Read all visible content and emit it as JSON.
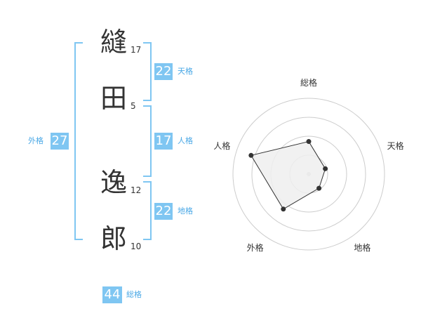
{
  "name": {
    "chars": [
      {
        "kanji": "縫",
        "strokes": "17"
      },
      {
        "kanji": "田",
        "strokes": "5"
      },
      {
        "kanji": "逸",
        "strokes": "12"
      },
      {
        "kanji": "郎",
        "strokes": "10"
      }
    ]
  },
  "fortunes": {
    "tenkaku": {
      "value": "22",
      "label": "天格"
    },
    "jinkaku": {
      "value": "17",
      "label": "人格"
    },
    "chikaku": {
      "value": "22",
      "label": "地格"
    },
    "gaikaku": {
      "value": "27",
      "label": "外格"
    },
    "soukaku": {
      "value": "44",
      "label": "総格"
    }
  },
  "chart_data": {
    "type": "radar",
    "axes": [
      "総格",
      "天格",
      "地格",
      "外格",
      "人格"
    ],
    "values": [
      0.43,
      0.23,
      0.23,
      0.57,
      0.8
    ],
    "rings": 4,
    "colors": {
      "fill": "#eeeeee",
      "line": "#333333",
      "grid": "#cccccc",
      "center": "#cccccc"
    }
  },
  "colors": {
    "accent": "#7fc6f2",
    "label": "#4aa8e6"
  }
}
